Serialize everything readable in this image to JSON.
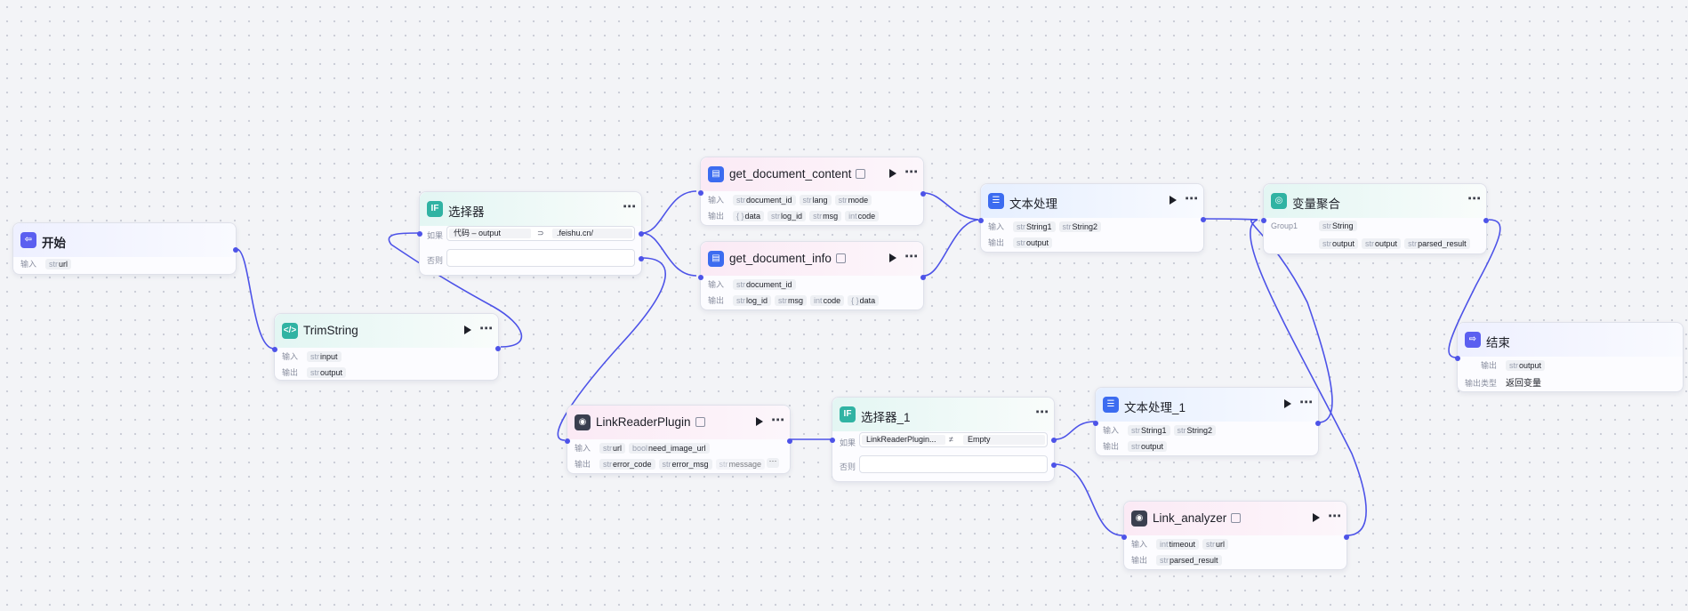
{
  "nodes": {
    "start": {
      "title": "开始",
      "input_label": "输入",
      "inputs": [
        {
          "type": "str",
          "name": "url"
        }
      ]
    },
    "trim": {
      "title": "TrimString",
      "input_label": "输入",
      "output_label": "输出",
      "inputs": [
        {
          "type": "str",
          "name": "input"
        }
      ],
      "outputs": [
        {
          "type": "str",
          "name": "output"
        }
      ]
    },
    "selector": {
      "title": "选择器",
      "if_label": "如果",
      "else_label": "否则",
      "cond_left": "代码 – output",
      "cond_op": "⊃",
      "cond_right": ".feishu.cn/"
    },
    "get_content": {
      "title": "get_document_content",
      "input_label": "输入",
      "output_label": "输出",
      "inputs": [
        {
          "type": "str",
          "name": "document_id"
        },
        {
          "type": "str",
          "name": "lang"
        },
        {
          "type": "str",
          "name": "mode"
        }
      ],
      "outputs": [
        {
          "type": "{ }",
          "name": "data"
        },
        {
          "type": "str",
          "name": "log_id"
        },
        {
          "type": "str",
          "name": "msg"
        },
        {
          "type": "int",
          "name": "code"
        }
      ]
    },
    "get_info": {
      "title": "get_document_info",
      "input_label": "输入",
      "output_label": "输出",
      "inputs": [
        {
          "type": "str",
          "name": "document_id"
        }
      ],
      "outputs": [
        {
          "type": "str",
          "name": "log_id"
        },
        {
          "type": "str",
          "name": "msg"
        },
        {
          "type": "int",
          "name": "code"
        },
        {
          "type": "{ }",
          "name": "data"
        }
      ]
    },
    "text_proc": {
      "title": "文本处理",
      "input_label": "输入",
      "output_label": "输出",
      "inputs": [
        {
          "type": "str",
          "name": "String1"
        },
        {
          "type": "str",
          "name": "String2"
        }
      ],
      "outputs": [
        {
          "type": "str",
          "name": "output"
        }
      ]
    },
    "var_agg": {
      "title": "变量聚合",
      "group_label": "Group1",
      "group_items": [
        {
          "type": "str",
          "name": "String"
        }
      ],
      "outputs": [
        {
          "type": "str",
          "name": "output"
        },
        {
          "type": "str",
          "name": "output"
        },
        {
          "type": "str",
          "name": "parsed_result"
        }
      ]
    },
    "end": {
      "title": "结束",
      "output_label": "输出",
      "output_type_label": "输出类型",
      "output_type_value": "返回变量",
      "outputs": [
        {
          "type": "str",
          "name": "output"
        }
      ]
    },
    "link_reader": {
      "title": "LinkReaderPlugin",
      "input_label": "输入",
      "output_label": "输出",
      "inputs": [
        {
          "type": "str",
          "name": "url"
        },
        {
          "type": "bool",
          "name": "need_image_url"
        }
      ],
      "outputs": [
        {
          "type": "str",
          "name": "error_code"
        },
        {
          "type": "str",
          "name": "error_msg"
        },
        {
          "type": "str",
          "name": "message"
        }
      ]
    },
    "selector1": {
      "title": "选择器_1",
      "if_label": "如果",
      "else_label": "否则",
      "cond_left": "LinkReaderPlugin...",
      "cond_op": "≠",
      "cond_right": "Empty"
    },
    "text_proc1": {
      "title": "文本处理_1",
      "input_label": "输入",
      "output_label": "输出",
      "inputs": [
        {
          "type": "str",
          "name": "String1"
        },
        {
          "type": "str",
          "name": "String2"
        }
      ],
      "outputs": [
        {
          "type": "str",
          "name": "output"
        }
      ]
    },
    "link_analyzer": {
      "title": "Link_analyzer",
      "input_label": "输入",
      "output_label": "输出",
      "inputs": [
        {
          "type": "int",
          "name": "timeout"
        },
        {
          "type": "str",
          "name": "url"
        }
      ],
      "outputs": [
        {
          "type": "str",
          "name": "parsed_result"
        }
      ]
    }
  },
  "icons": {
    "start": "login-arrow-icon",
    "trim": "code-icon",
    "selector": "if-icon",
    "plugin": "document-plugin-icon",
    "text": "text-process-icon",
    "aggregate": "aggregate-icon",
    "end": "logout-arrow-icon",
    "link_reader": "avatar-plugin-icon",
    "more": "more-horizontal-icon",
    "run": "play-icon",
    "badge": "plugin-badge-icon"
  },
  "colors": {
    "edge": "#4d53e8",
    "start_icon": "#5b5ff0",
    "code_icon": "#30b3a3",
    "text_icon": "#3c6cf0",
    "canvas": "#f3f4f7"
  }
}
